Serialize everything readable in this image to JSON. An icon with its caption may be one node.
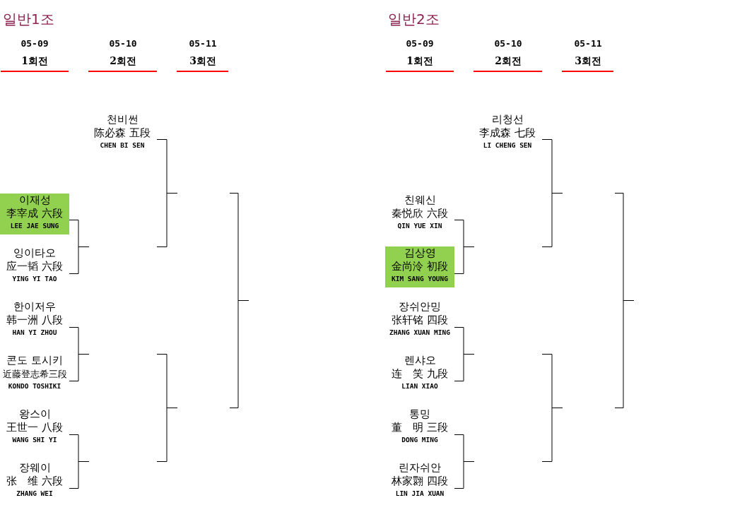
{
  "diagram": {
    "nodes": [
      {
        "text": [
          "천비썬",
          "陈必森 五段",
          "CHEN BI SEN"
        ]
      },
      {
        "text": [
          "이재성",
          "李宰成 六段",
          "LEE JAE SUNG"
        ]
      },
      {
        "text": [
          "잉이타오",
          "应一韬 六段",
          "YING YI TAO"
        ]
      },
      {
        "text": [
          "한이저우",
          "韩一洲 八段",
          "HAN YI ZHOU"
        ]
      },
      {
        "text": [
          "콘도 토시키",
          "近藤登志希三段",
          "KONDO TOSHIKI"
        ]
      },
      {
        "text": [
          "왕스이",
          "王世一 八段",
          "WANG SHI YI"
        ]
      },
      {
        "text": [
          "장웨이",
          "张　维 六段",
          "ZHANG WEI"
        ]
      },
      {
        "text": [
          "리청선",
          "李成森 七段",
          "LI CHENG SEN"
        ]
      },
      {
        "text": [
          "친웨신",
          "秦悦欣 六段",
          "QIN YUE XIN"
        ]
      },
      {
        "text": [
          "김상영",
          "金尚泠 初段",
          "KIM SANG YOUNG"
        ]
      },
      {
        "text": [
          "장쉬안밍",
          "张轩铭 四段",
          "ZHANG XUAN MING"
        ]
      },
      {
        "text": [
          "렌샤오",
          "连　笑 九段",
          "LIAN XIAO"
        ]
      },
      {
        "text": [
          "통밍",
          "董　明 三段",
          "DONG MING"
        ]
      },
      {
        "text": [
          "린자쉬안",
          "林家翾 四段",
          "LIN JIA XUAN"
        ]
      }
    ],
    "labels": [
      "일반1조",
      "05-09",
      "05-10",
      "05-11",
      "1회전",
      "2회전",
      "3회전",
      "일반2조",
      "05-09",
      "05-10",
      "05-11",
      "1회전",
      "2회전",
      "3회전"
    ]
  }
}
